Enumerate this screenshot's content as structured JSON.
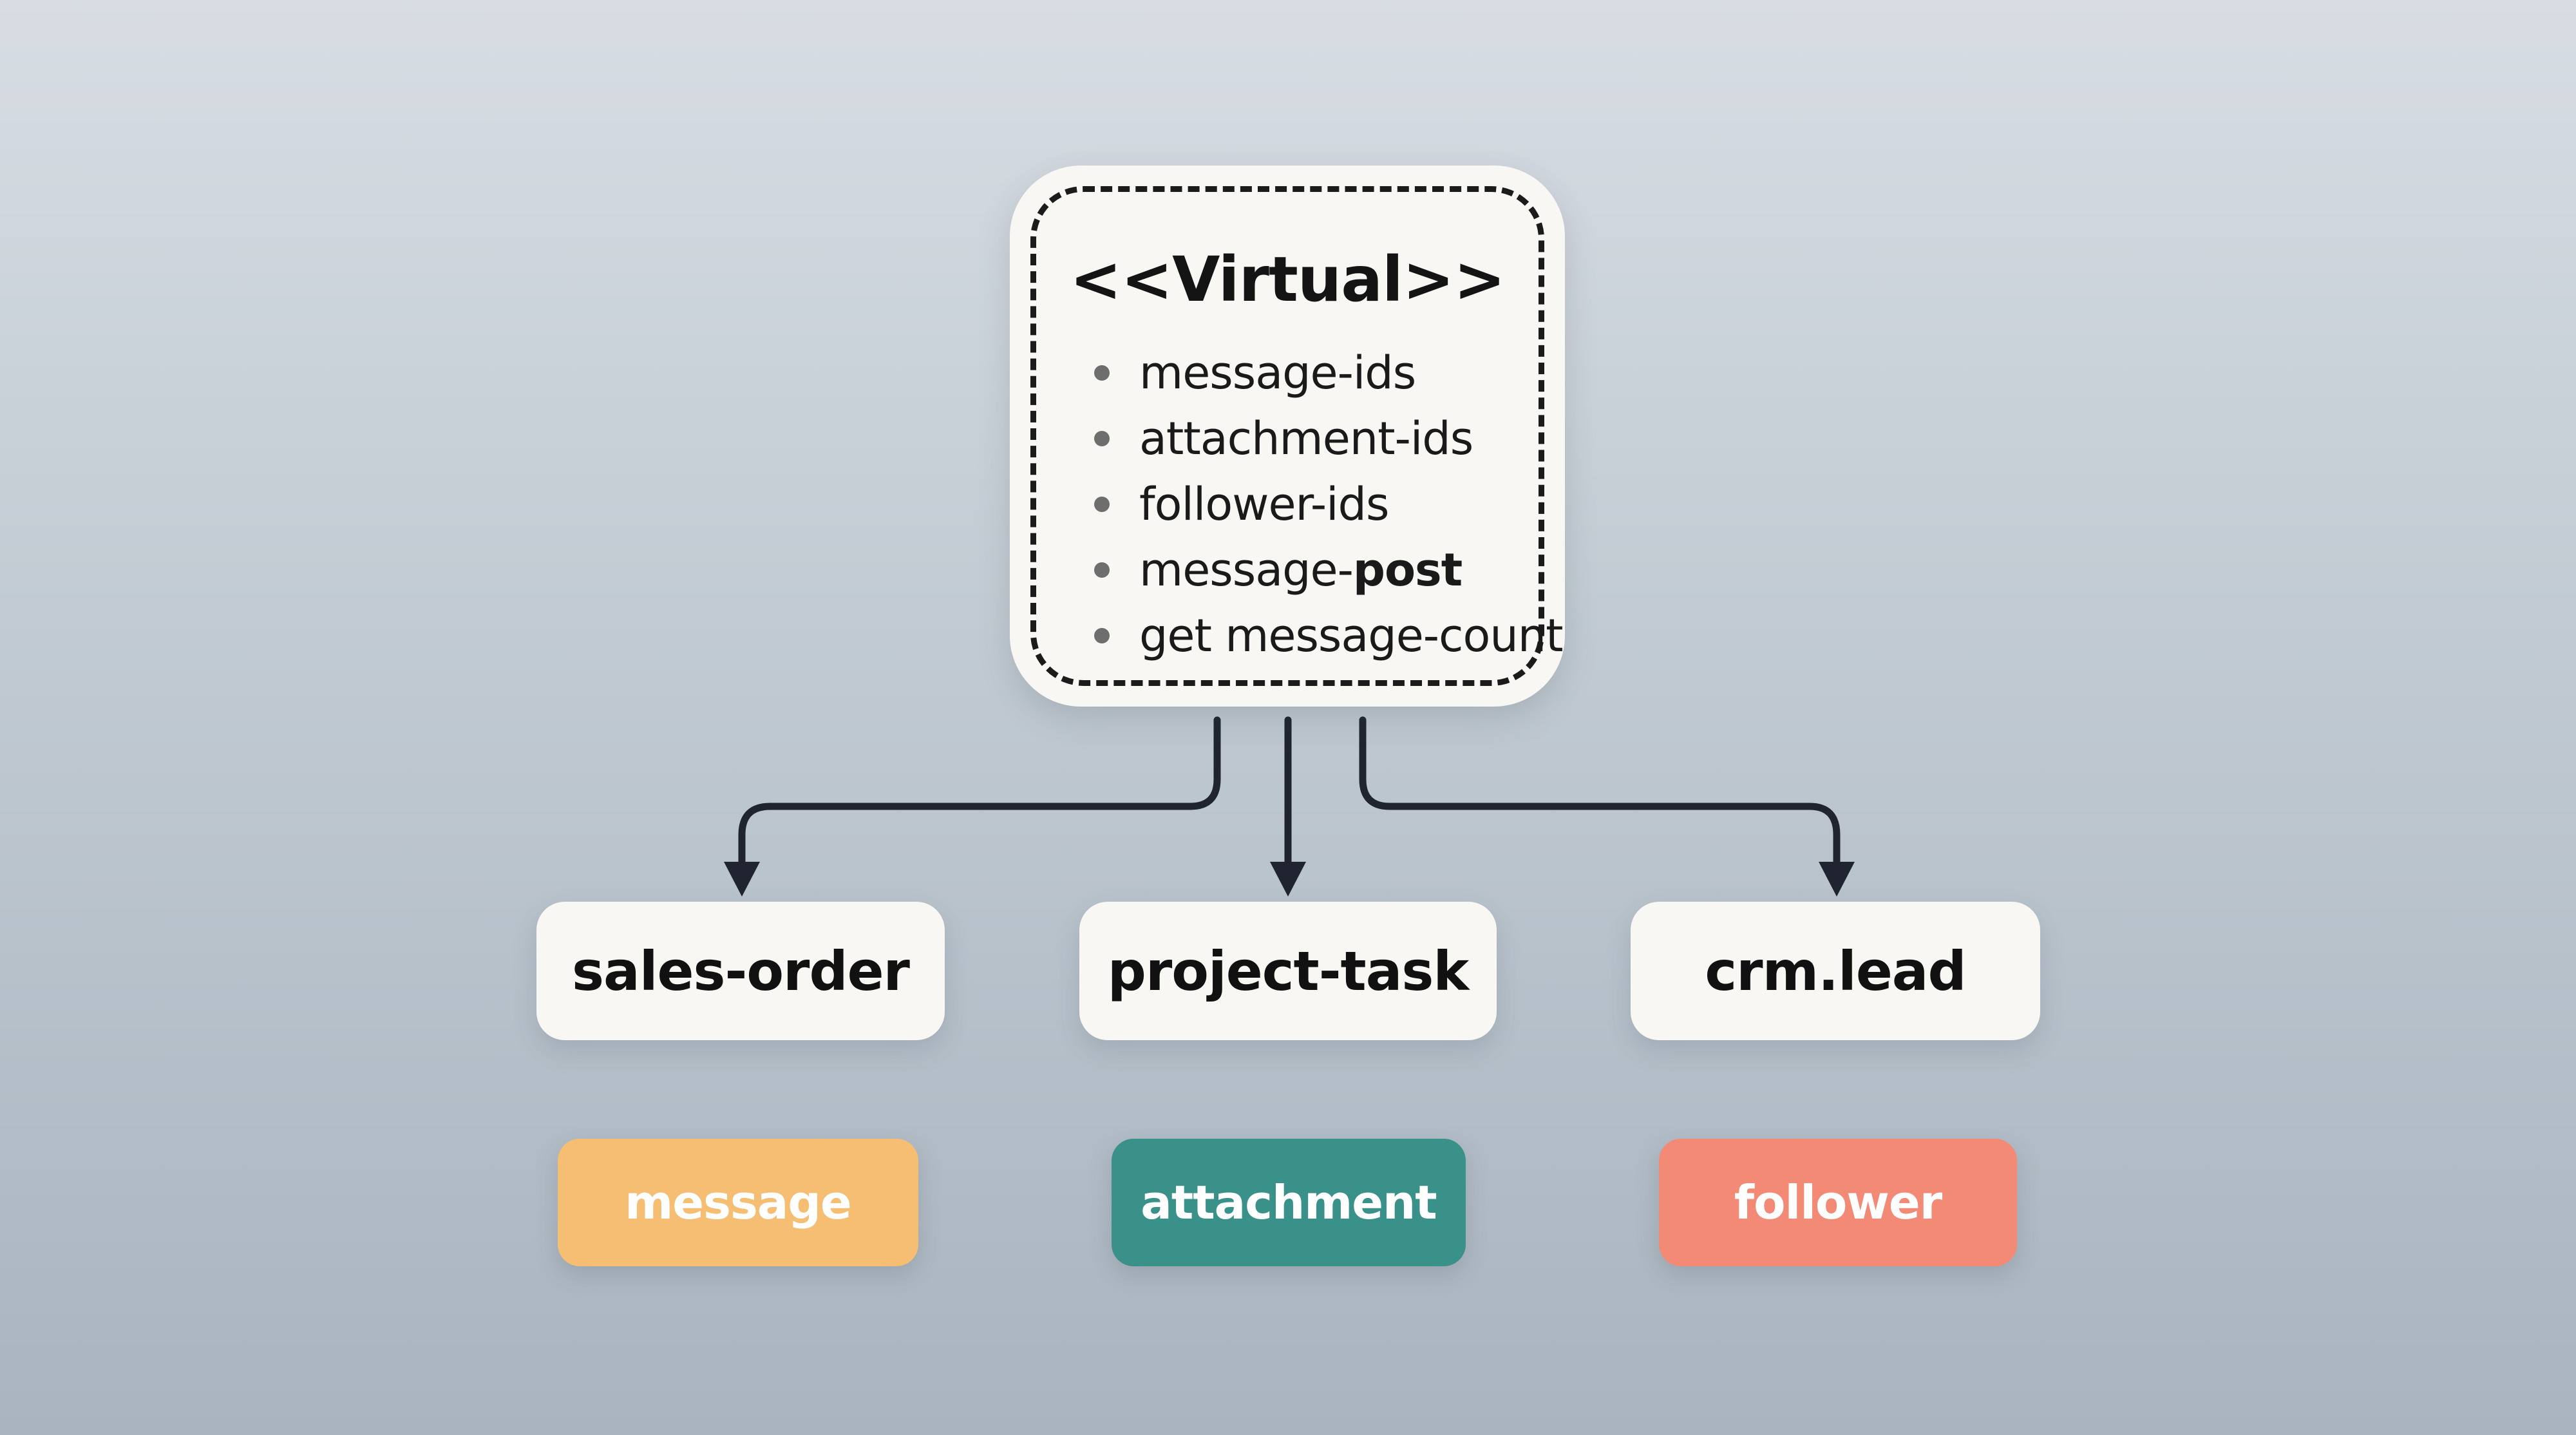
{
  "virtual": {
    "title": "<<Virtual>>",
    "items": [
      {
        "text": "message-ids",
        "bold": ""
      },
      {
        "text": "attachment-ids",
        "bold": ""
      },
      {
        "text": "follower-ids",
        "bold": ""
      },
      {
        "text": "message-",
        "bold": "post"
      },
      {
        "text": "get message-count",
        "bold": ""
      }
    ]
  },
  "models": {
    "sales": "sales-order",
    "project": "project-task",
    "crm": "crm.lead"
  },
  "tags": {
    "message": {
      "label": "message",
      "color": "#f5be72"
    },
    "attachment": {
      "label": "attachment",
      "color": "#3a918a"
    },
    "follower": {
      "label": "follower",
      "color": "#f28a76"
    }
  },
  "colors": {
    "line": "#1f2430",
    "card": "#f8f7f3"
  }
}
